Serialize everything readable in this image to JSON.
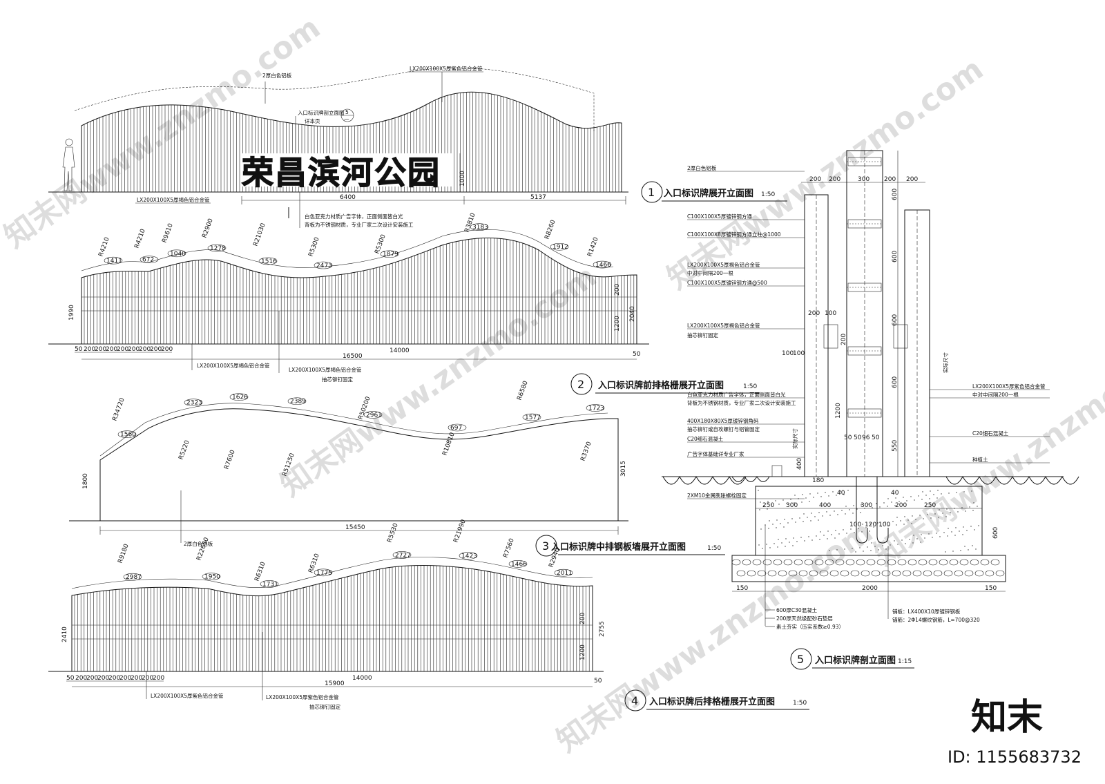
{
  "brand": {
    "logo": "知末",
    "id_label": "ID: 1155683732",
    "watermark": "知末网www.znzmo.com"
  },
  "titles": [
    {
      "num": "1",
      "text": "入口标识牌展开立面图",
      "scale": "1:50"
    },
    {
      "num": "2",
      "text": "入口标识牌前排格栅展开立面图",
      "scale": "1:50"
    },
    {
      "num": "3",
      "text": "入口标识牌中排钢板墙展开立面图",
      "scale": "1:50"
    },
    {
      "num": "4",
      "text": "入口标识牌后排格栅展开立面图",
      "scale": "1:50"
    },
    {
      "num": "5",
      "text": "入口标识牌剖立面图",
      "scale": "1:15"
    }
  ],
  "elev1": {
    "park_name": "荣昌滨河公园",
    "top_note_1": "2厚白色铝板",
    "top_note_2": "LX200X100X5厚紫色铝合金管",
    "callout_label": "入口标识牌剖立面图",
    "callout_num": "5",
    "callout_sub": "详本页",
    "bottom_note": "LX200X100X5厚褐色铝合金管",
    "char_note_1": "白色亚克力材质广告字体，正面侧面皆白光",
    "char_note_2": "背板为不锈钢材质，专业厂家二次设计安装施工",
    "dims": {
      "w1": "6400",
      "w2": "5137",
      "h": "1000"
    }
  },
  "elev2": {
    "radii": [
      "R4210",
      "R4210",
      "R9610",
      "R2900",
      "R21030",
      "R5300",
      "R5300",
      "R3810",
      "R8260",
      "R1420"
    ],
    "arcs": [
      "1411",
      "672",
      "1040",
      "1278",
      "1516",
      "2473",
      "1879",
      "3183",
      "1912",
      "1466"
    ],
    "spacing": [
      "50",
      "200",
      "200",
      "200",
      "200",
      "200",
      "200",
      "200",
      "200"
    ],
    "dims": {
      "total": "16500",
      "inner": "14000",
      "left_h": "1990",
      "right_h": "2040",
      "h1": "200",
      "h2": "1200",
      "end": "50"
    },
    "note_1": "LX200X100X5厚褐色铝合金管",
    "note_2": "LX200X100X5厚褐色铝合金管",
    "note_3": "抽芯铆钉固定"
  },
  "elev3": {
    "radii": [
      "R34720",
      "R5220",
      "R7600",
      "R51250",
      "R50200",
      "R10810",
      "R6580",
      "R3370"
    ],
    "arcs": [
      "1560",
      "2323",
      "1626",
      "2389",
      "2961",
      "697",
      "1577",
      "1723"
    ],
    "dims": {
      "total": "15450",
      "left_h": "1800",
      "right_h": "3015"
    },
    "note": "2厚白色铝板"
  },
  "elev4": {
    "radii": [
      "R9180",
      "R22650",
      "R6310",
      "R6310",
      "R5530",
      "R21990",
      "R7560",
      "R2940"
    ],
    "arcs": [
      "2987",
      "1950",
      "1731",
      "1775",
      "2727",
      "1423",
      "1466",
      "2011"
    ],
    "spacing": [
      "50",
      "200",
      "200",
      "200",
      "200",
      "200",
      "200",
      "200",
      "200"
    ],
    "dims": {
      "total": "15900",
      "inner": "14000",
      "left_h": "2410",
      "right_h": "2755",
      "h1": "200",
      "h2": "1200",
      "end": "50"
    },
    "note_1": "LX200X100X5厚紫色铝合金管",
    "note_2": "LX200X100X5厚紫色铝合金管",
    "note_3": "抽芯铆钉固定"
  },
  "section": {
    "notes_left": [
      "2厚白色铝板",
      "C100X100X5厚镀锌钢方通",
      "C100X100X8厚镀锌钢方通立柱@1000",
      "LX200X100X5厚褐色铝合金管",
      "中对中间隔200一根",
      "C100X100X5厚镀锌钢方通@500",
      "LX200X100X5厚褐色铝合金管",
      "抽芯铆钉固定",
      "白色亚克力材质广告字体，正面侧面皆白光",
      "背板为不锈钢材质，专业厂家二次设计安装施工",
      "400X180X80X5厚镀锌钢角码",
      "抽芯铆钉或自攻螺钉与铝管固定",
      "C20细石混凝土",
      "广告字体基础详专业厂家",
      "2XM10金属膨胀螺栓固定"
    ],
    "notes_right": [
      "LX200X100X5厚紫色铝合金管",
      "中对中间隔200一根",
      "C20细石混凝土",
      "种植土"
    ],
    "notes_bottom": [
      "600厚C30混凝土",
      "200厚天然级配砂石垫层",
      "素土夯实（压实系数≥0.93）"
    ],
    "notes_bottom_right": [
      "铺板：LX400X10厚镀锌钢板",
      "锚筋：2Φ14螺纹钢筋，L=700@320"
    ],
    "side_text": "实际尺寸",
    "top_dims": [
      "200",
      "200",
      "300",
      "200",
      "200"
    ],
    "mid_dims": [
      "200",
      "100"
    ],
    "left_dims": [
      "100",
      "100"
    ],
    "v_dims": [
      "600",
      "600",
      "600",
      "600",
      "1200",
      "400",
      "180",
      "550",
      "200"
    ],
    "base_dims": [
      "250",
      "300",
      "400",
      "300",
      "200",
      "250"
    ],
    "col_dims": [
      "50",
      "50",
      "96",
      "50"
    ],
    "anchor_dims": [
      "100",
      "120",
      "100"
    ],
    "foot_dims": [
      "150",
      "2000",
      "150",
      "600",
      "40",
      "40"
    ]
  }
}
